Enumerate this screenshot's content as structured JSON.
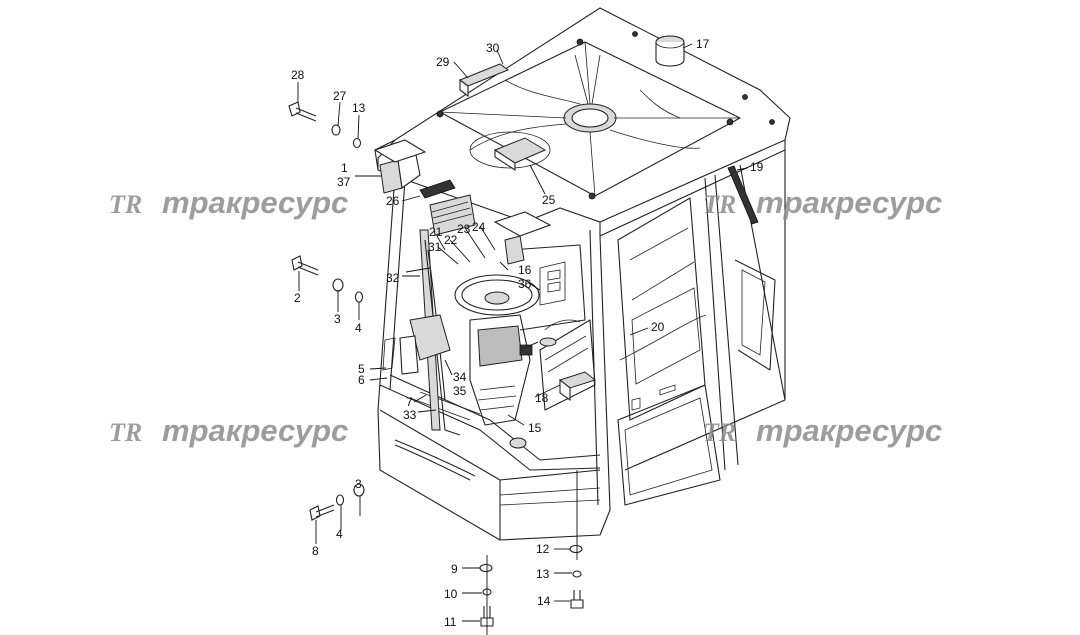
{
  "watermark": {
    "logo": "TR",
    "text": "тракресурс"
  },
  "callouts": [
    "1",
    "2",
    "3",
    "4",
    "5",
    "6",
    "7",
    "8",
    "9",
    "10",
    "11",
    "12",
    "13",
    "14",
    "15",
    "16",
    "17",
    "18",
    "19",
    "20",
    "21",
    "22",
    "23",
    "24",
    "25",
    "26",
    "27",
    "28",
    "29",
    "30",
    "31",
    "32",
    "33",
    "34",
    "35",
    "36",
    "37"
  ]
}
